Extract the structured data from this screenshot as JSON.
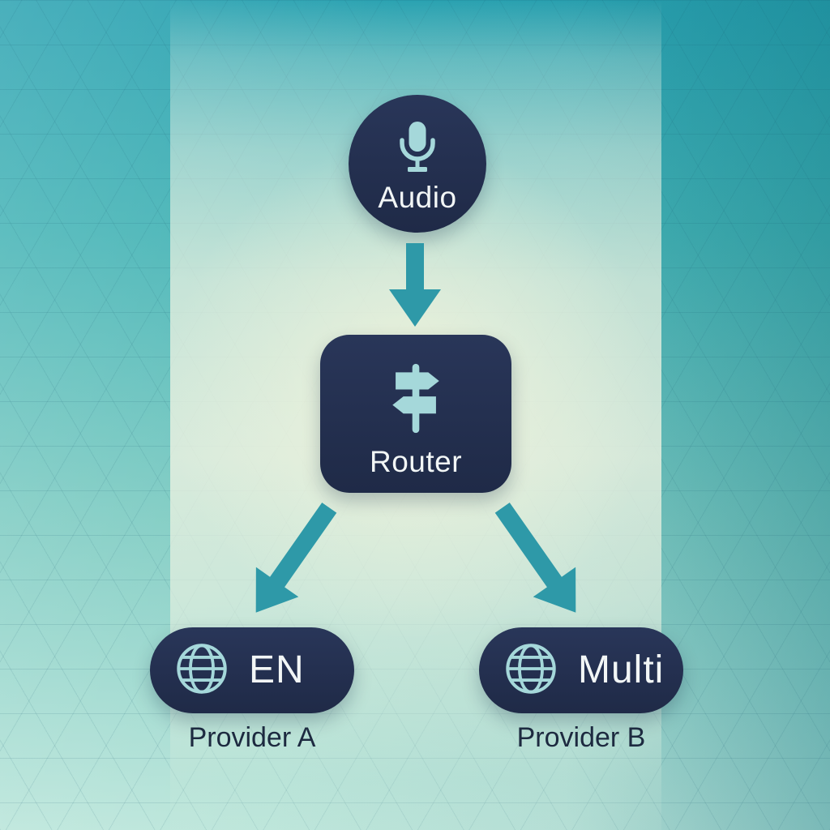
{
  "diagram": {
    "nodes": {
      "audio": {
        "label": "Audio",
        "icon": "microphone-icon"
      },
      "router": {
        "label": "Router",
        "icon": "signpost-icon"
      },
      "provider_a": {
        "label": "EN",
        "icon": "globe-icon",
        "caption": "Provider A"
      },
      "provider_b": {
        "label": "Multi",
        "icon": "globe-icon",
        "caption": "Provider B"
      }
    },
    "edges": [
      {
        "from": "audio",
        "to": "router"
      },
      {
        "from": "router",
        "to": "provider_a"
      },
      {
        "from": "router",
        "to": "provider_b"
      }
    ]
  },
  "theme": {
    "node_navy": "#1F2A47",
    "node_navy_light": "#293659",
    "icon_teal": "#A5D8DA",
    "arrow_teal": "#2E99A8",
    "label_light": "#F2F6F6",
    "caption_navy": "#1D2A40",
    "bg_top_left": "#41B2B4",
    "bg_top_right": "#1D95A8",
    "bg_bottom_left": "#B7E4DA",
    "bg_bottom_right": "#62C3BE",
    "band_cream": "#F1F3E3"
  }
}
